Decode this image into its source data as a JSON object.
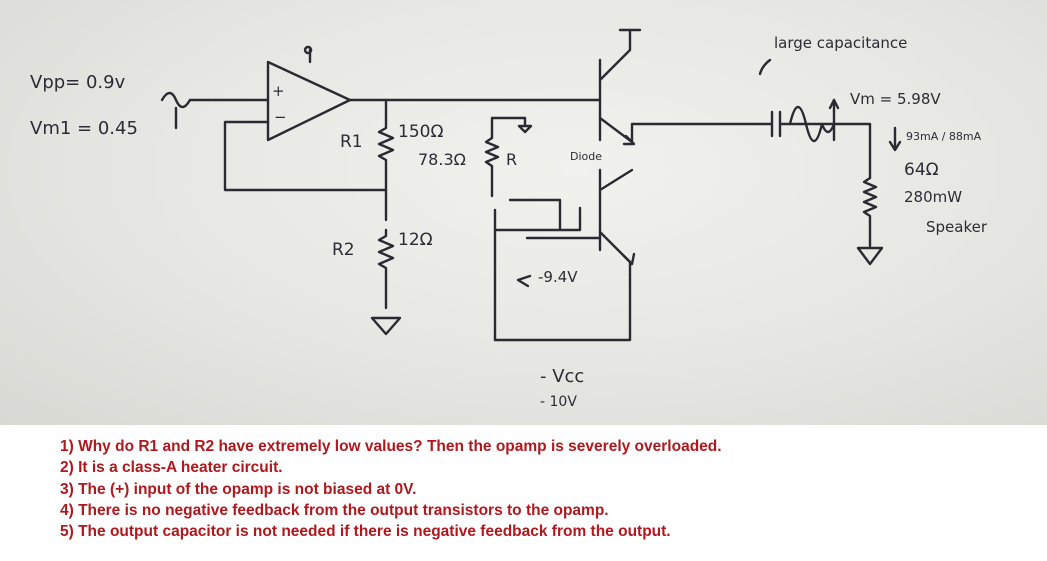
{
  "schematic": {
    "labels": {
      "vpp": "Vpp= 0.9v",
      "vm1": "Vm1 = 0.45",
      "opamp_plus": "+",
      "opamp_minus": "−",
      "r1": "R1",
      "r1_value": "150Ω",
      "pot_value": "78.3Ω",
      "pot_label": "R",
      "diode_label": "Diode",
      "r2": "R2",
      "r2_value": "12Ω",
      "neg_supply_node": "-9.4V",
      "vcc_label": "- Vcc",
      "vcc_value": "- 10V",
      "cap_note": "large capacitance",
      "vm_out": "Vm = 5.98V",
      "current": "93mA / 88mA",
      "load_r": "64Ω",
      "load_p": "280mW",
      "speaker": "Speaker"
    }
  },
  "notes": [
    "1) Why do R1 and R2 have extremely low values? Then the opamp is severely overloaded.",
    "2) It is a class-A heater circuit.",
    "3) The (+) input of the opamp is not biased at 0V.",
    "4) There is no negative feedback from the output transistors to the opamp.",
    "5) The output capacitor is not needed if there is negative feedback from the output."
  ],
  "colors": {
    "ink": "#2a2a33",
    "note_red": "#b1171c",
    "paper": "#e6e6e2"
  }
}
